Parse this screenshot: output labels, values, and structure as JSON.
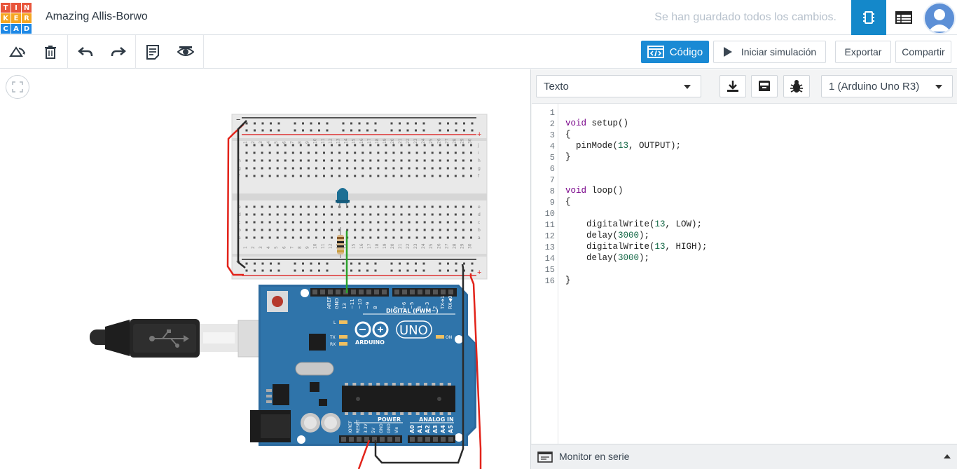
{
  "app": {
    "logo_letters": [
      "T",
      "I",
      "N",
      "K",
      "E",
      "R",
      "C",
      "A",
      "D"
    ],
    "logo_colors": [
      "#e8553b",
      "#e8553b",
      "#e8553b",
      "#f5a623",
      "#f5a623",
      "#f5a623",
      "#1e88e5",
      "#1e88e5",
      "#1e88e5"
    ],
    "project_title": "Amazing Allis-Borwo",
    "save_status": "Se han guardado todos los cambios.",
    "accent": "#1488ca"
  },
  "toolbar": {
    "tools": [
      "rotate-icon",
      "trash-icon",
      "undo-icon",
      "redo-icon",
      "notes-icon",
      "eye-icon"
    ],
    "code_label": "Código",
    "sim_label": "Iniciar simulación",
    "export_label": "Exportar",
    "share_label": "Compartir"
  },
  "panel": {
    "mode_value": "Texto",
    "device_value": "1 (Arduino Uno R3)",
    "serial_monitor_label": "Monitor en serie"
  },
  "code": {
    "lines": [
      "",
      "void setup()",
      "{",
      "  pinMode(13, OUTPUT);",
      "}",
      "",
      "",
      "void loop()",
      "{",
      "",
      "    digitalWrite(13, LOW);",
      "    delay(3000);",
      "    digitalWrite(13, HIGH);",
      "    delay(3000);",
      "",
      "}"
    ]
  },
  "board": {
    "header_labels": [
      "AREF",
      "GND",
      "13",
      "~11",
      "~10",
      "~9",
      "8",
      "7",
      "~6",
      "~5",
      "4",
      "~3",
      "2",
      "TX➔1",
      "RX◀0"
    ],
    "digital_label": "DIGITAL (PWM~)",
    "brand_logo": "UNO",
    "brand_name": "ARDUINO",
    "l_label": "L",
    "tx_label": "TX",
    "rx_label": "RX",
    "on_label": "ON",
    "power_label": "POWER",
    "analog_label": "ANALOG IN",
    "power_pins": [
      "IOREF",
      "RESET",
      "3.3V",
      "5V",
      "GND",
      "GND",
      "Vin"
    ],
    "analog_pins": [
      "A0",
      "A1",
      "A2",
      "A3",
      "A4",
      "A5"
    ]
  },
  "breadboard": {
    "row_letters_top": [
      "j",
      "i",
      "h",
      "g",
      "f"
    ],
    "row_letters_bottom": [
      "e",
      "d",
      "c",
      "b",
      "a"
    ],
    "col_numbers": [
      "1",
      "2",
      "3",
      "4",
      "5",
      "6",
      "7",
      "8",
      "9",
      "10",
      "11",
      "12",
      "13",
      "14",
      "15",
      "16",
      "17",
      "18",
      "19",
      "20",
      "21",
      "22",
      "23",
      "24",
      "25",
      "26",
      "27",
      "28",
      "29",
      "30"
    ],
    "minus": "−",
    "plus": "+"
  }
}
